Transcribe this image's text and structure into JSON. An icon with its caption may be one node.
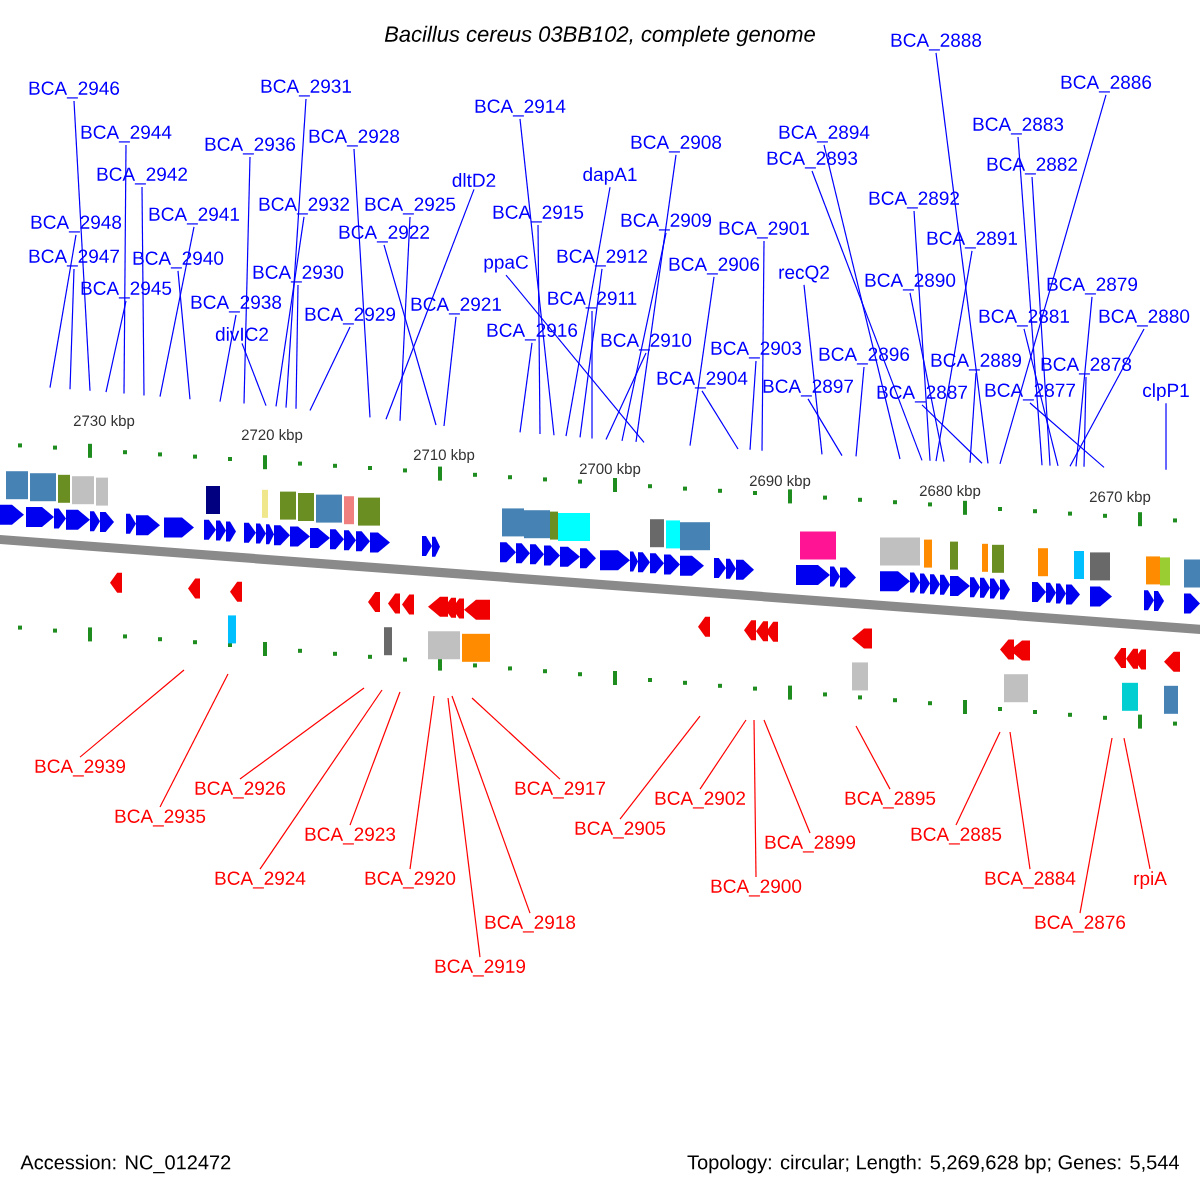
{
  "diagram": {
    "title": "*Bacillus cereus* *03BB102, complete genome*",
    "nodes": [
      {
        "text": [
          "BCA_2948"
        ]
      },
      {
        "text": [
          "BCA_2947"
        ]
      },
      {
        "text": [
          "BCA_2946"
        ]
      },
      {
        "text": [
          "BCA_2945"
        ]
      },
      {
        "text": [
          "BCA_2944"
        ]
      },
      {
        "text": [
          "BCA_2942"
        ]
      },
      {
        "text": [
          "BCA_2941"
        ]
      },
      {
        "text": [
          "BCA_2940"
        ]
      },
      {
        "text": [
          "BCA_2938"
        ]
      },
      {
        "text": [
          "BCA_2936"
        ]
      },
      {
        "text": [
          "divIC2"
        ]
      },
      {
        "text": [
          "BCA_2932"
        ]
      },
      {
        "text": [
          "BCA_2931"
        ]
      },
      {
        "text": [
          "BCA_2930"
        ]
      },
      {
        "text": [
          "BCA_2929"
        ]
      },
      {
        "text": [
          "BCA_2928"
        ]
      },
      {
        "text": [
          "dltD2"
        ]
      },
      {
        "text": [
          "BCA_2925"
        ]
      },
      {
        "text": [
          "BCA_2922"
        ]
      },
      {
        "text": [
          "BCA_2921"
        ]
      },
      {
        "text": [
          "BCA_2916"
        ]
      },
      {
        "text": [
          "BCA_2915"
        ]
      },
      {
        "text": [
          "BCA_2914"
        ]
      },
      {
        "text": [
          "dapA1"
        ]
      },
      {
        "text": [
          "BCA_2912"
        ]
      },
      {
        "text": [
          "BCA_2911"
        ]
      },
      {
        "text": [
          "BCA_2910"
        ]
      },
      {
        "text": [
          "BCA_2909"
        ]
      },
      {
        "text": [
          "BCA_2908"
        ]
      },
      {
        "text": [
          "ppaC"
        ]
      },
      {
        "text": [
          "BCA_2906"
        ]
      },
      {
        "text": [
          "BCA_2904"
        ]
      },
      {
        "text": [
          "BCA_2903"
        ]
      },
      {
        "text": [
          "BCA_2901"
        ]
      },
      {
        "text": [
          "recQ2"
        ]
      },
      {
        "text": [
          "BCA_2897"
        ]
      },
      {
        "text": [
          "BCA_2896"
        ]
      },
      {
        "text": [
          "BCA_2894"
        ]
      },
      {
        "text": [
          "BCA_2893"
        ]
      },
      {
        "text": [
          "BCA_2892"
        ]
      },
      {
        "text": [
          "BCA_2891"
        ]
      },
      {
        "text": [
          "BCA_2890"
        ]
      },
      {
        "text": [
          "BCA_2889"
        ]
      },
      {
        "text": [
          "BCA_2887"
        ]
      },
      {
        "text": [
          "BCA_2888"
        ]
      },
      {
        "text": [
          "BCA_2886"
        ]
      },
      {
        "text": [
          "BCA_2883"
        ]
      },
      {
        "text": [
          "BCA_2882"
        ]
      },
      {
        "text": [
          "BCA_2881"
        ]
      },
      {
        "text": [
          "BCA_2880"
        ]
      },
      {
        "text": [
          "BCA_2879"
        ]
      },
      {
        "text": [
          "BCA_2878"
        ]
      },
      {
        "text": [
          "BCA_2877"
        ]
      },
      {
        "text": [
          "clpP1"
        ]
      },
      {
        "text": [
          "BCA_2939"
        ]
      },
      {
        "text": [
          "BCA_2935"
        ]
      },
      {
        "text": [
          "BCA_2926"
        ]
      },
      {
        "text": [
          "BCA_2924"
        ]
      },
      {
        "text": [
          "BCA_2923"
        ]
      },
      {
        "text": [
          "BCA_2920"
        ]
      },
      {
        "text": [
          "BCA_2919"
        ]
      },
      {
        "text": [
          "BCA_2918"
        ]
      },
      {
        "text": [
          "BCA_2917"
        ]
      },
      {
        "text": [
          "BCA_2905"
        ]
      },
      {
        "text": [
          "BCA_2902"
        ]
      },
      {
        "text": [
          "BCA_2900"
        ]
      },
      {
        "text": [
          "BCA_2899"
        ]
      },
      {
        "text": [
          "BCA_2895"
        ]
      },
      {
        "text": [
          "BCA_2885"
        ]
      },
      {
        "text": [
          "BCA_2884"
        ]
      },
      {
        "text": [
          "BCA_2876"
        ]
      },
      {
        "text": [
          "rpiA"
        ]
      }
    ],
    "edges": [
      {
        "from": 0,
        "to": null,
        "arrow": "none"
      },
      {
        "from": 1,
        "to": null,
        "arrow": "none"
      },
      {
        "from": 2,
        "to": null,
        "arrow": "none"
      },
      {
        "from": 3,
        "to": null,
        "arrow": "none"
      },
      {
        "from": 4,
        "to": null,
        "arrow": "none"
      },
      {
        "from": 5,
        "to": null,
        "arrow": "none"
      },
      {
        "from": 6,
        "to": null,
        "arrow": "none"
      },
      {
        "from": 7,
        "to": null,
        "arrow": "none"
      },
      {
        "from": 8,
        "to": null,
        "arrow": "none"
      },
      {
        "from": 9,
        "to": null,
        "arrow": "none"
      },
      {
        "from": 10,
        "to": null,
        "arrow": "none"
      },
      {
        "from": 11,
        "to": null,
        "arrow": "none"
      },
      {
        "from": 12,
        "to": null,
        "arrow": "none"
      },
      {
        "from": 13,
        "to": null,
        "arrow": "none"
      },
      {
        "from": 14,
        "to": null,
        "arrow": "none"
      },
      {
        "from": 15,
        "to": null,
        "arrow": "none"
      },
      {
        "from": 16,
        "to": null,
        "arrow": "none"
      },
      {
        "from": 17,
        "to": null,
        "arrow": "none"
      },
      {
        "from": 18,
        "to": null,
        "arrow": "none"
      },
      {
        "from": 19,
        "to": null,
        "arrow": "none"
      },
      {
        "from": 20,
        "to": null,
        "arrow": "none"
      },
      {
        "from": 21,
        "to": null,
        "arrow": "none"
      },
      {
        "from": 22,
        "to": null,
        "arrow": "none"
      },
      {
        "from": 23,
        "to": null,
        "arrow": "none"
      },
      {
        "from": 24,
        "to": null,
        "arrow": "none"
      },
      {
        "from": 25,
        "to": null,
        "arrow": "none"
      },
      {
        "from": 26,
        "to": null,
        "arrow": "none"
      },
      {
        "from": 27,
        "to": null,
        "arrow": "none"
      },
      {
        "from": 28,
        "to": null,
        "arrow": "none"
      },
      {
        "from": 29,
        "to": null,
        "arrow": "none"
      },
      {
        "from": 30,
        "to": null,
        "arrow": "none"
      },
      {
        "from": 31,
        "to": null,
        "arrow": "none"
      },
      {
        "from": 32,
        "to": null,
        "arrow": "none"
      },
      {
        "from": 33,
        "to": null,
        "arrow": "none"
      },
      {
        "from": 34,
        "to": null,
        "arrow": "none"
      },
      {
        "from": 35,
        "to": null,
        "arrow": "none"
      },
      {
        "from": 36,
        "to": null,
        "arrow": "none"
      },
      {
        "from": 37,
        "to": null,
        "arrow": "none"
      },
      {
        "from": 38,
        "to": null,
        "arrow": "none"
      },
      {
        "from": 39,
        "to": null,
        "arrow": "none"
      },
      {
        "from": 40,
        "to": null,
        "arrow": "none"
      },
      {
        "from": 41,
        "to": null,
        "arrow": "none"
      },
      {
        "from": 42,
        "to": null,
        "arrow": "none"
      },
      {
        "from": 43,
        "to": null,
        "arrow": "none"
      },
      {
        "from": 44,
        "to": null,
        "arrow": "none"
      },
      {
        "from": 45,
        "to": null,
        "arrow": "none"
      },
      {
        "from": 46,
        "to": null,
        "arrow": "none"
      },
      {
        "from": 47,
        "to": null,
        "arrow": "none"
      },
      {
        "from": 48,
        "to": null,
        "arrow": "none"
      },
      {
        "from": 49,
        "to": null,
        "arrow": "none"
      },
      {
        "from": 50,
        "to": null,
        "arrow": "none"
      },
      {
        "from": 51,
        "to": null,
        "arrow": "none"
      },
      {
        "from": 52,
        "to": null,
        "arrow": "none"
      },
      {
        "from": 53,
        "to": null,
        "arrow": "none"
      },
      {
        "from": 54,
        "to": null,
        "arrow": "none",
        "color": "#ff0000"
      },
      {
        "from": 55,
        "to": null,
        "arrow": "none",
        "color": "#ff0000"
      },
      {
        "from": 56,
        "to": null,
        "arrow": "none",
        "color": "#ff0000"
      },
      {
        "from": 57,
        "to": null,
        "arrow": "none",
        "color": "#ff0000"
      },
      {
        "from": 58,
        "to": null,
        "arrow": "none",
        "color": "#ff0000"
      },
      {
        "from": 59,
        "to": null,
        "arrow": "none",
        "color": "#ff0000"
      },
      {
        "from": 60,
        "to": null,
        "arrow": "none",
        "color": "#ff0000"
      },
      {
        "from": 61,
        "to": null,
        "arrow": "none",
        "color": "#ff0000"
      },
      {
        "from": 62,
        "to": null,
        "arrow": "none",
        "color": "#ff0000"
      },
      {
        "from": 63,
        "to": null,
        "arrow": "none",
        "color": "#ff0000"
      },
      {
        "from": 64,
        "to": null,
        "arrow": "none",
        "color": "#ff0000"
      },
      {
        "from": 65,
        "to": null,
        "arrow": "none",
        "color": "#ff0000"
      },
      {
        "from": 66,
        "to": null,
        "arrow": "none",
        "color": "#ff0000"
      },
      {
        "from": 67,
        "to": null,
        "arrow": "none",
        "color": "#ff0000"
      },
      {
        "from": 68,
        "to": null,
        "arrow": "none",
        "color": "#ff0000"
      },
      {
        "from": 69,
        "to": null,
        "arrow": "none",
        "color": "#ff0000"
      },
      {
        "from": 70,
        "to": null,
        "arrow": "none",
        "color": "#ff0000"
      },
      {
        "from": 71,
        "to": null,
        "arrow": "none",
        "color": "#ff0000"
      }
    ],
    "labels": [
      "2730 kbp",
      "2720 kbp",
      "2710 kbp",
      "2700 kbp",
      "2690 kbp",
      "2680 kbp",
      "2670 kbp",
      "Accession: NC_012472",
      "Topology: circular; Length: 5,269,628 bp; Genes: 5,544"
    ]
  }
}
